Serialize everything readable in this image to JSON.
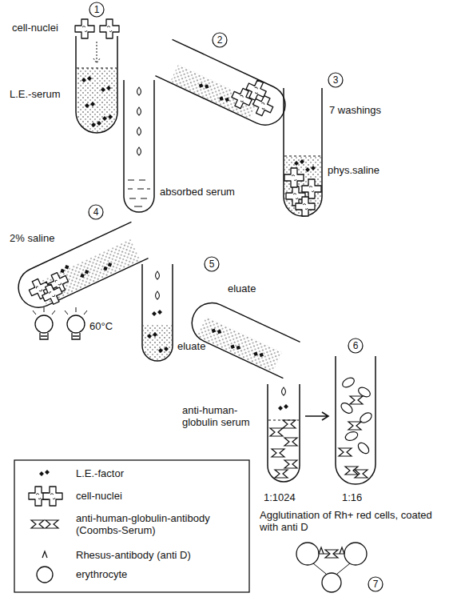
{
  "diagram": {
    "labels": [
      "1",
      "2",
      "3",
      "4",
      "5",
      "6",
      "7",
      "cell-nuclei",
      "L.E.-serum",
      "absorbed serum",
      "7 washings",
      "phys.saline",
      "2% saline",
      "60°C",
      "eluate",
      "eluate",
      "anti-human-globulin serum",
      "1:1024",
      "1:16",
      "Agglutination of Rh+ red cells, coated with anti D"
    ],
    "legend": [
      {
        "text": "L.E.-factor"
      },
      {
        "text": "cell-nuclei"
      },
      {
        "text": "anti-human-globulin-antibody (Coombs-Serum)"
      },
      {
        "text": "Rhesus-antibody (anti D)"
      },
      {
        "text": "erythrocyte"
      }
    ]
  }
}
